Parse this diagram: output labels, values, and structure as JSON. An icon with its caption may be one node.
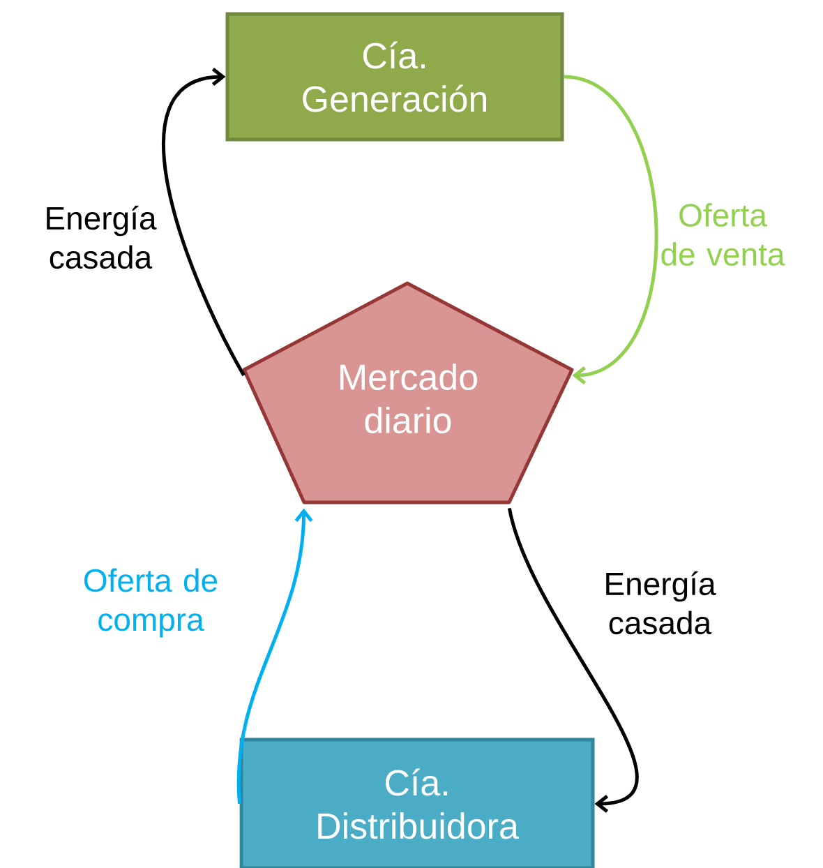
{
  "diagram": {
    "nodes": [
      {
        "text": [
          "Cía. Generación"
        ]
      },
      {
        "text": [
          "Mercado diario"
        ]
      },
      {
        "text": [
          "Cía. Distribuidora"
        ]
      }
    ],
    "edges": [
      {
        "from": 1,
        "to": 0,
        "arrow": "to",
        "label": "Energía casada"
      },
      {
        "from": 0,
        "to": 1,
        "arrow": "to",
        "label": "Oferta de venta",
        "color": "#92d050"
      },
      {
        "from": 2,
        "to": 1,
        "arrow": "to",
        "label": "Oferta de compra",
        "color": "#00b0f0"
      },
      {
        "from": 1,
        "to": 2,
        "arrow": "to",
        "label": "Energía casada"
      }
    ]
  }
}
